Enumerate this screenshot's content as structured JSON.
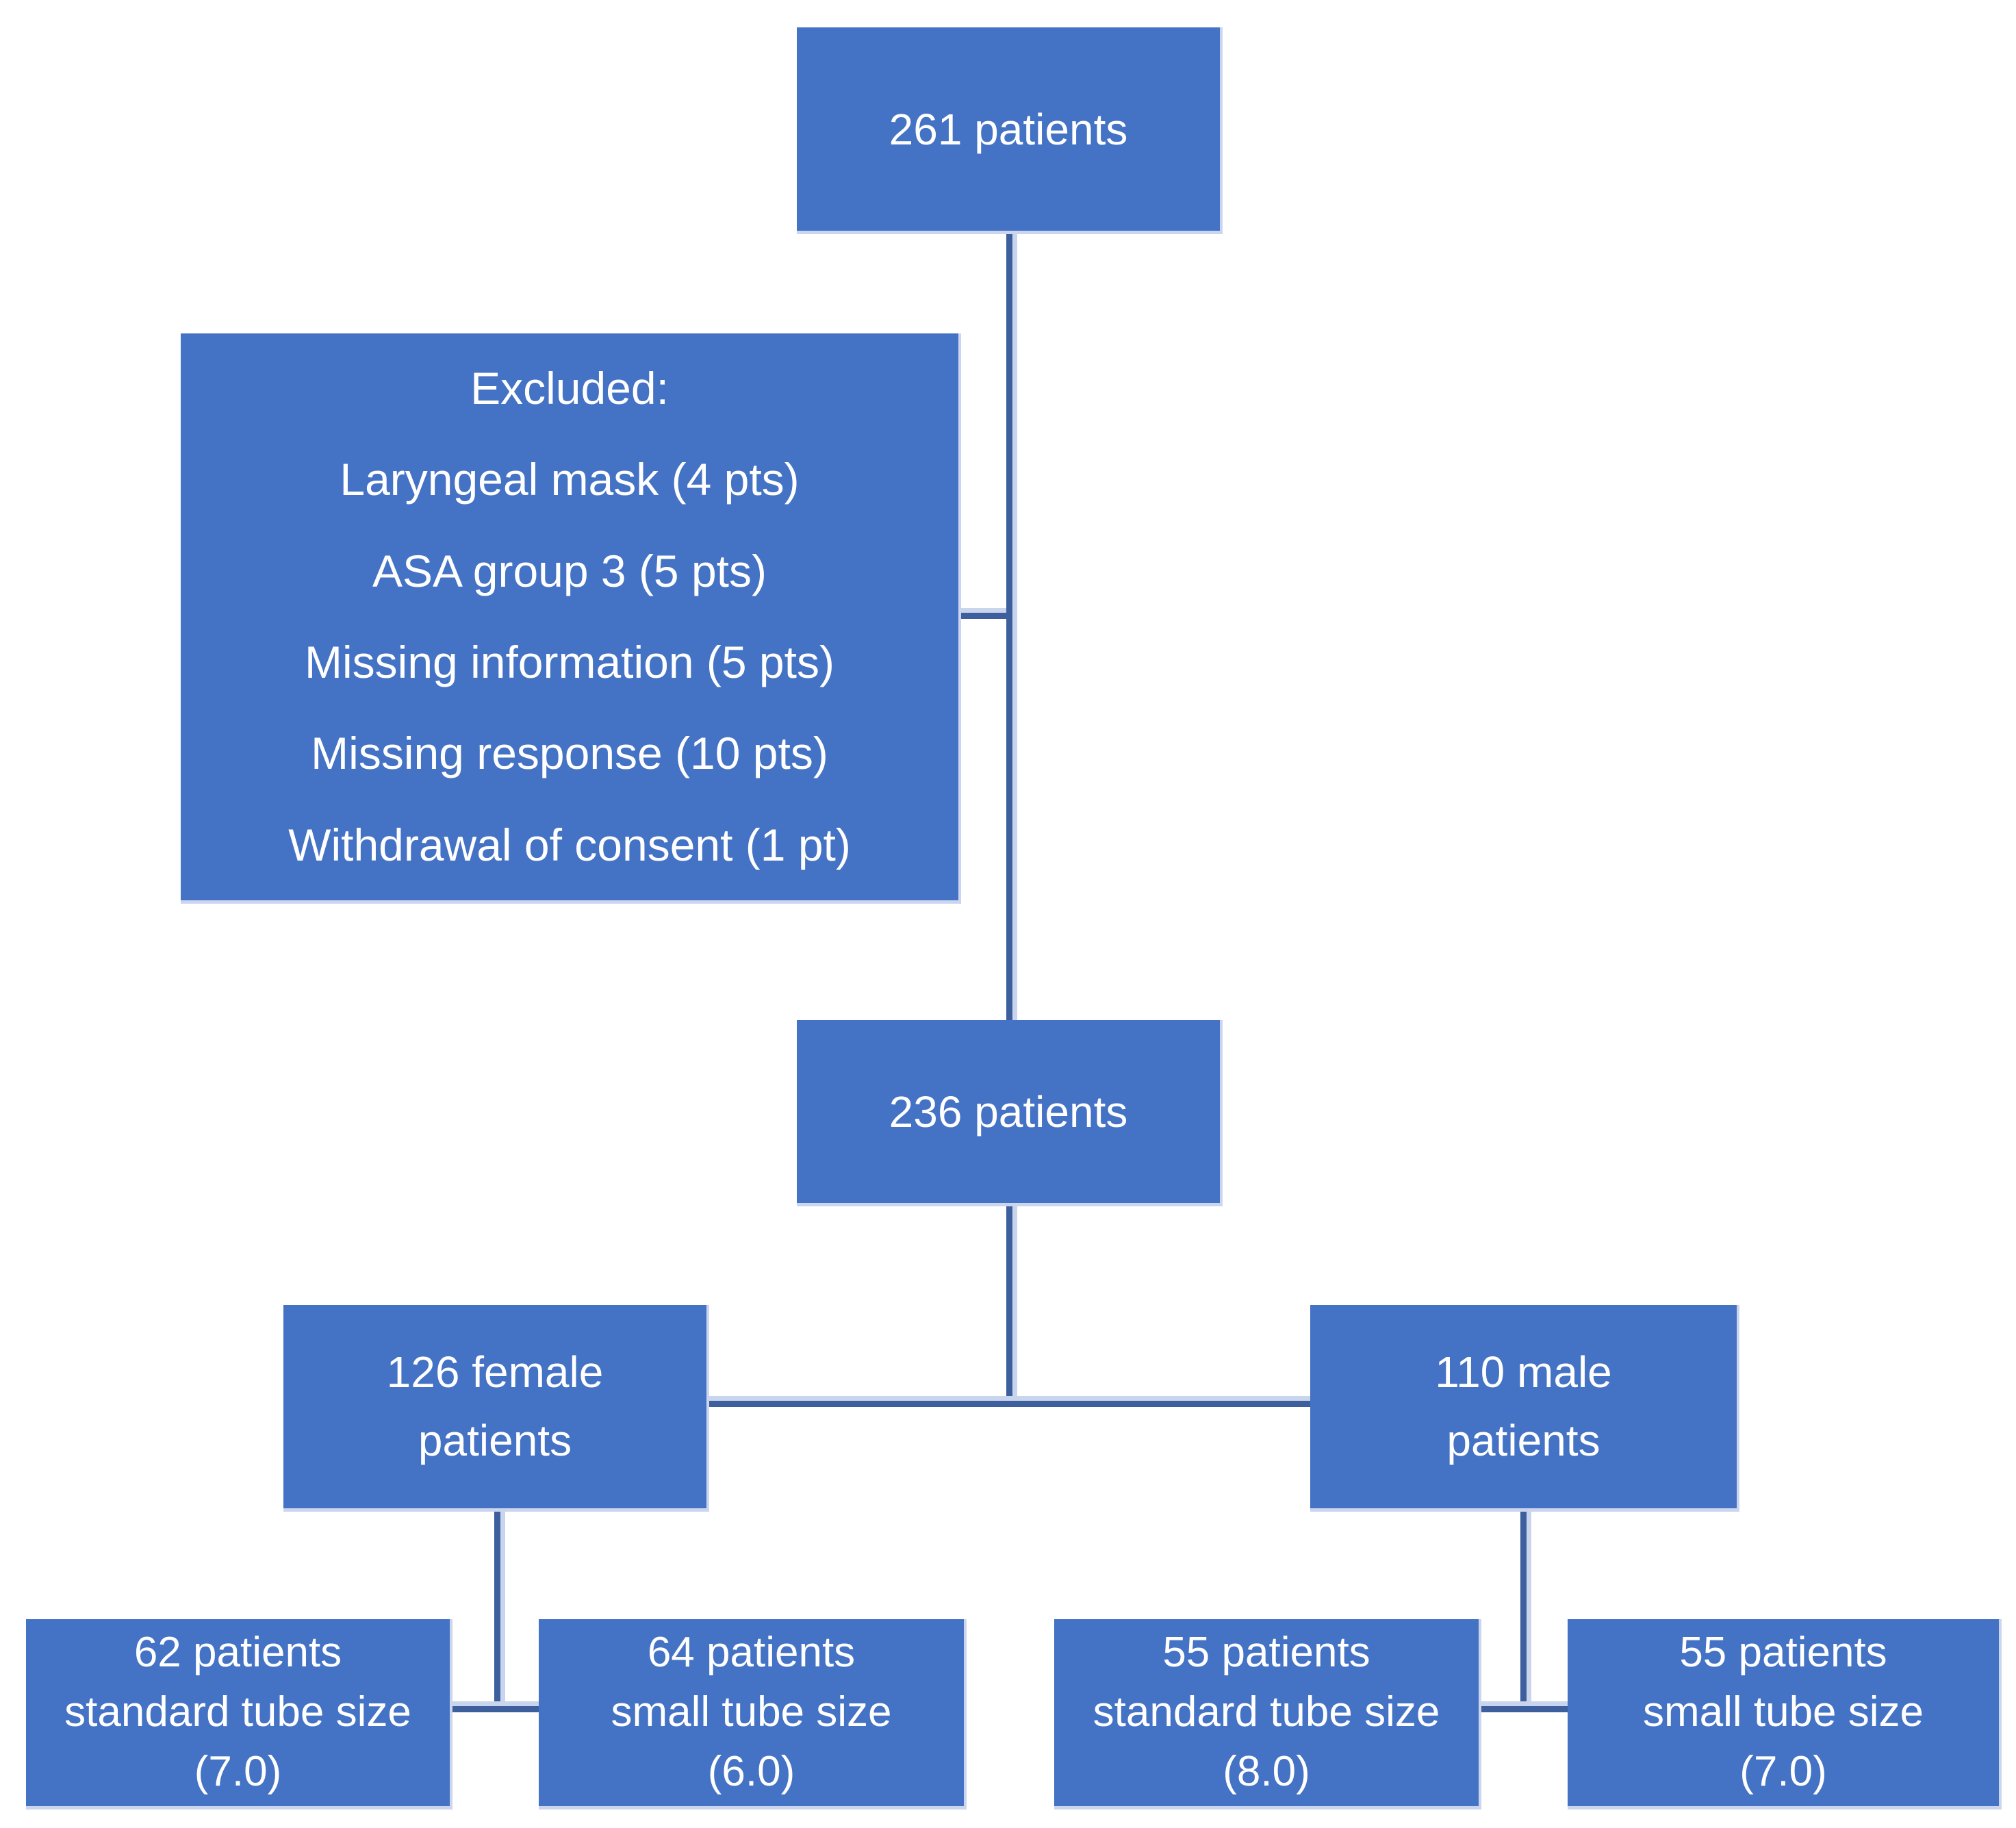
{
  "flowchart": {
    "colors": {
      "box_fill": "#4472C4",
      "box_border": "#CBD6EE",
      "line": "#3E5F9E",
      "line_shadow": "#C9D5EC",
      "text": "#FFFFFF",
      "background": "#FFFFFF"
    },
    "nodes": {
      "total": {
        "label": "261 patients"
      },
      "excluded": {
        "title": "Excluded:",
        "items": [
          "Laryngeal mask (4 pts)",
          "ASA group 3 (5 pts)",
          "Missing information (5 pts)",
          "Missing response (10 pts)",
          "Withdrawal of consent (1 pt)"
        ]
      },
      "eligible": {
        "label": "236 patients"
      },
      "female": {
        "lines": [
          "126 female",
          "patients"
        ]
      },
      "male": {
        "lines": [
          "110 male",
          "patients"
        ]
      },
      "female_standard": {
        "lines": [
          "62 patients",
          "standard tube size",
          "(7.0)"
        ]
      },
      "female_small": {
        "lines": [
          "64 patients",
          "small tube size",
          "(6.0)"
        ]
      },
      "male_standard": {
        "lines": [
          "55 patients",
          "standard tube size",
          "(8.0)"
        ]
      },
      "male_small": {
        "lines": [
          "55 patients",
          "small tube size",
          "(7.0)"
        ]
      }
    }
  }
}
